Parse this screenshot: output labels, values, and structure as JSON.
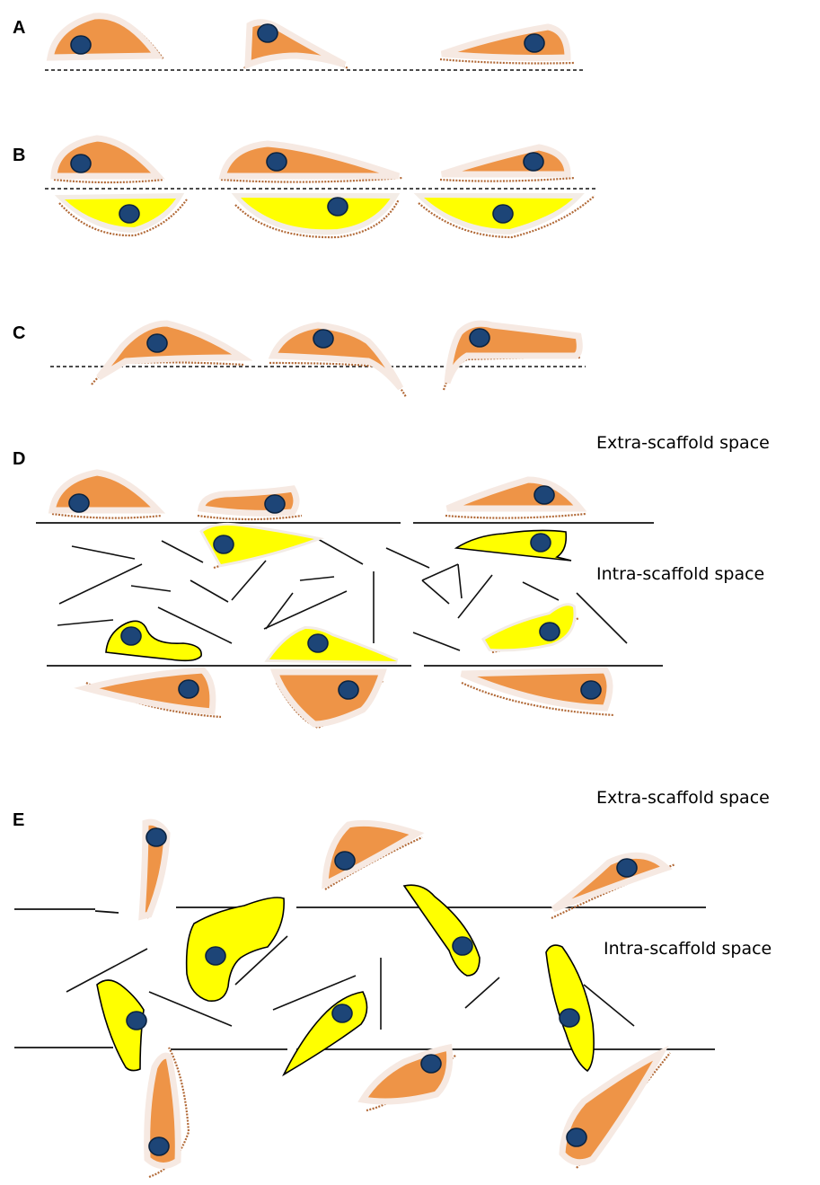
{
  "panels": {
    "a": "A",
    "b": "B",
    "c": "C",
    "d": "D",
    "e": "E"
  },
  "labels": {
    "d_extra": "Extra-scaffold space",
    "d_intra": "Intra-scaffold space",
    "e_extra": "Extra-scaffold space",
    "e_intra": "Intra-scaffold space"
  },
  "colors": {
    "cell_on_surface": "#ee9447",
    "cell_in_scaffold": "#ffff00",
    "nucleus": "#1d4577"
  }
}
